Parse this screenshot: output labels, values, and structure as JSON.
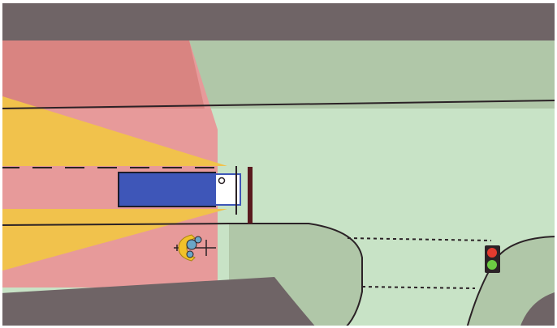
{
  "diagram": {
    "colors": {
      "frame_gray": "#6f6466",
      "safe_green": "#c8e3c6",
      "safe_green_dark": "#b0c7a8",
      "blind_red": "#e79a9a",
      "blind_red_dark": "#d47c78",
      "blind_yellow": "#f1c24c",
      "truck_cargo": "#3e56b8",
      "truck_cab": "#ffffff",
      "curb_line": "#2b2226",
      "signal_red": "#e33b2f",
      "signal_green": "#6ccb43",
      "signal_housing": "#2b2226",
      "cyclist_yellow": "#f2c12a",
      "cyclist_blue": "#6aa6c7"
    },
    "elements": {
      "truck": {
        "cargo": "rectangle",
        "cab": "rectangle",
        "mirror": "circle"
      },
      "cyclist": {
        "icon": "cyclist-icon"
      },
      "traffic_light": {
        "lamps": [
          "red",
          "green"
        ]
      },
      "zones": [
        "blind-spot-red",
        "blind-spot-yellow",
        "visible-green"
      ]
    }
  }
}
